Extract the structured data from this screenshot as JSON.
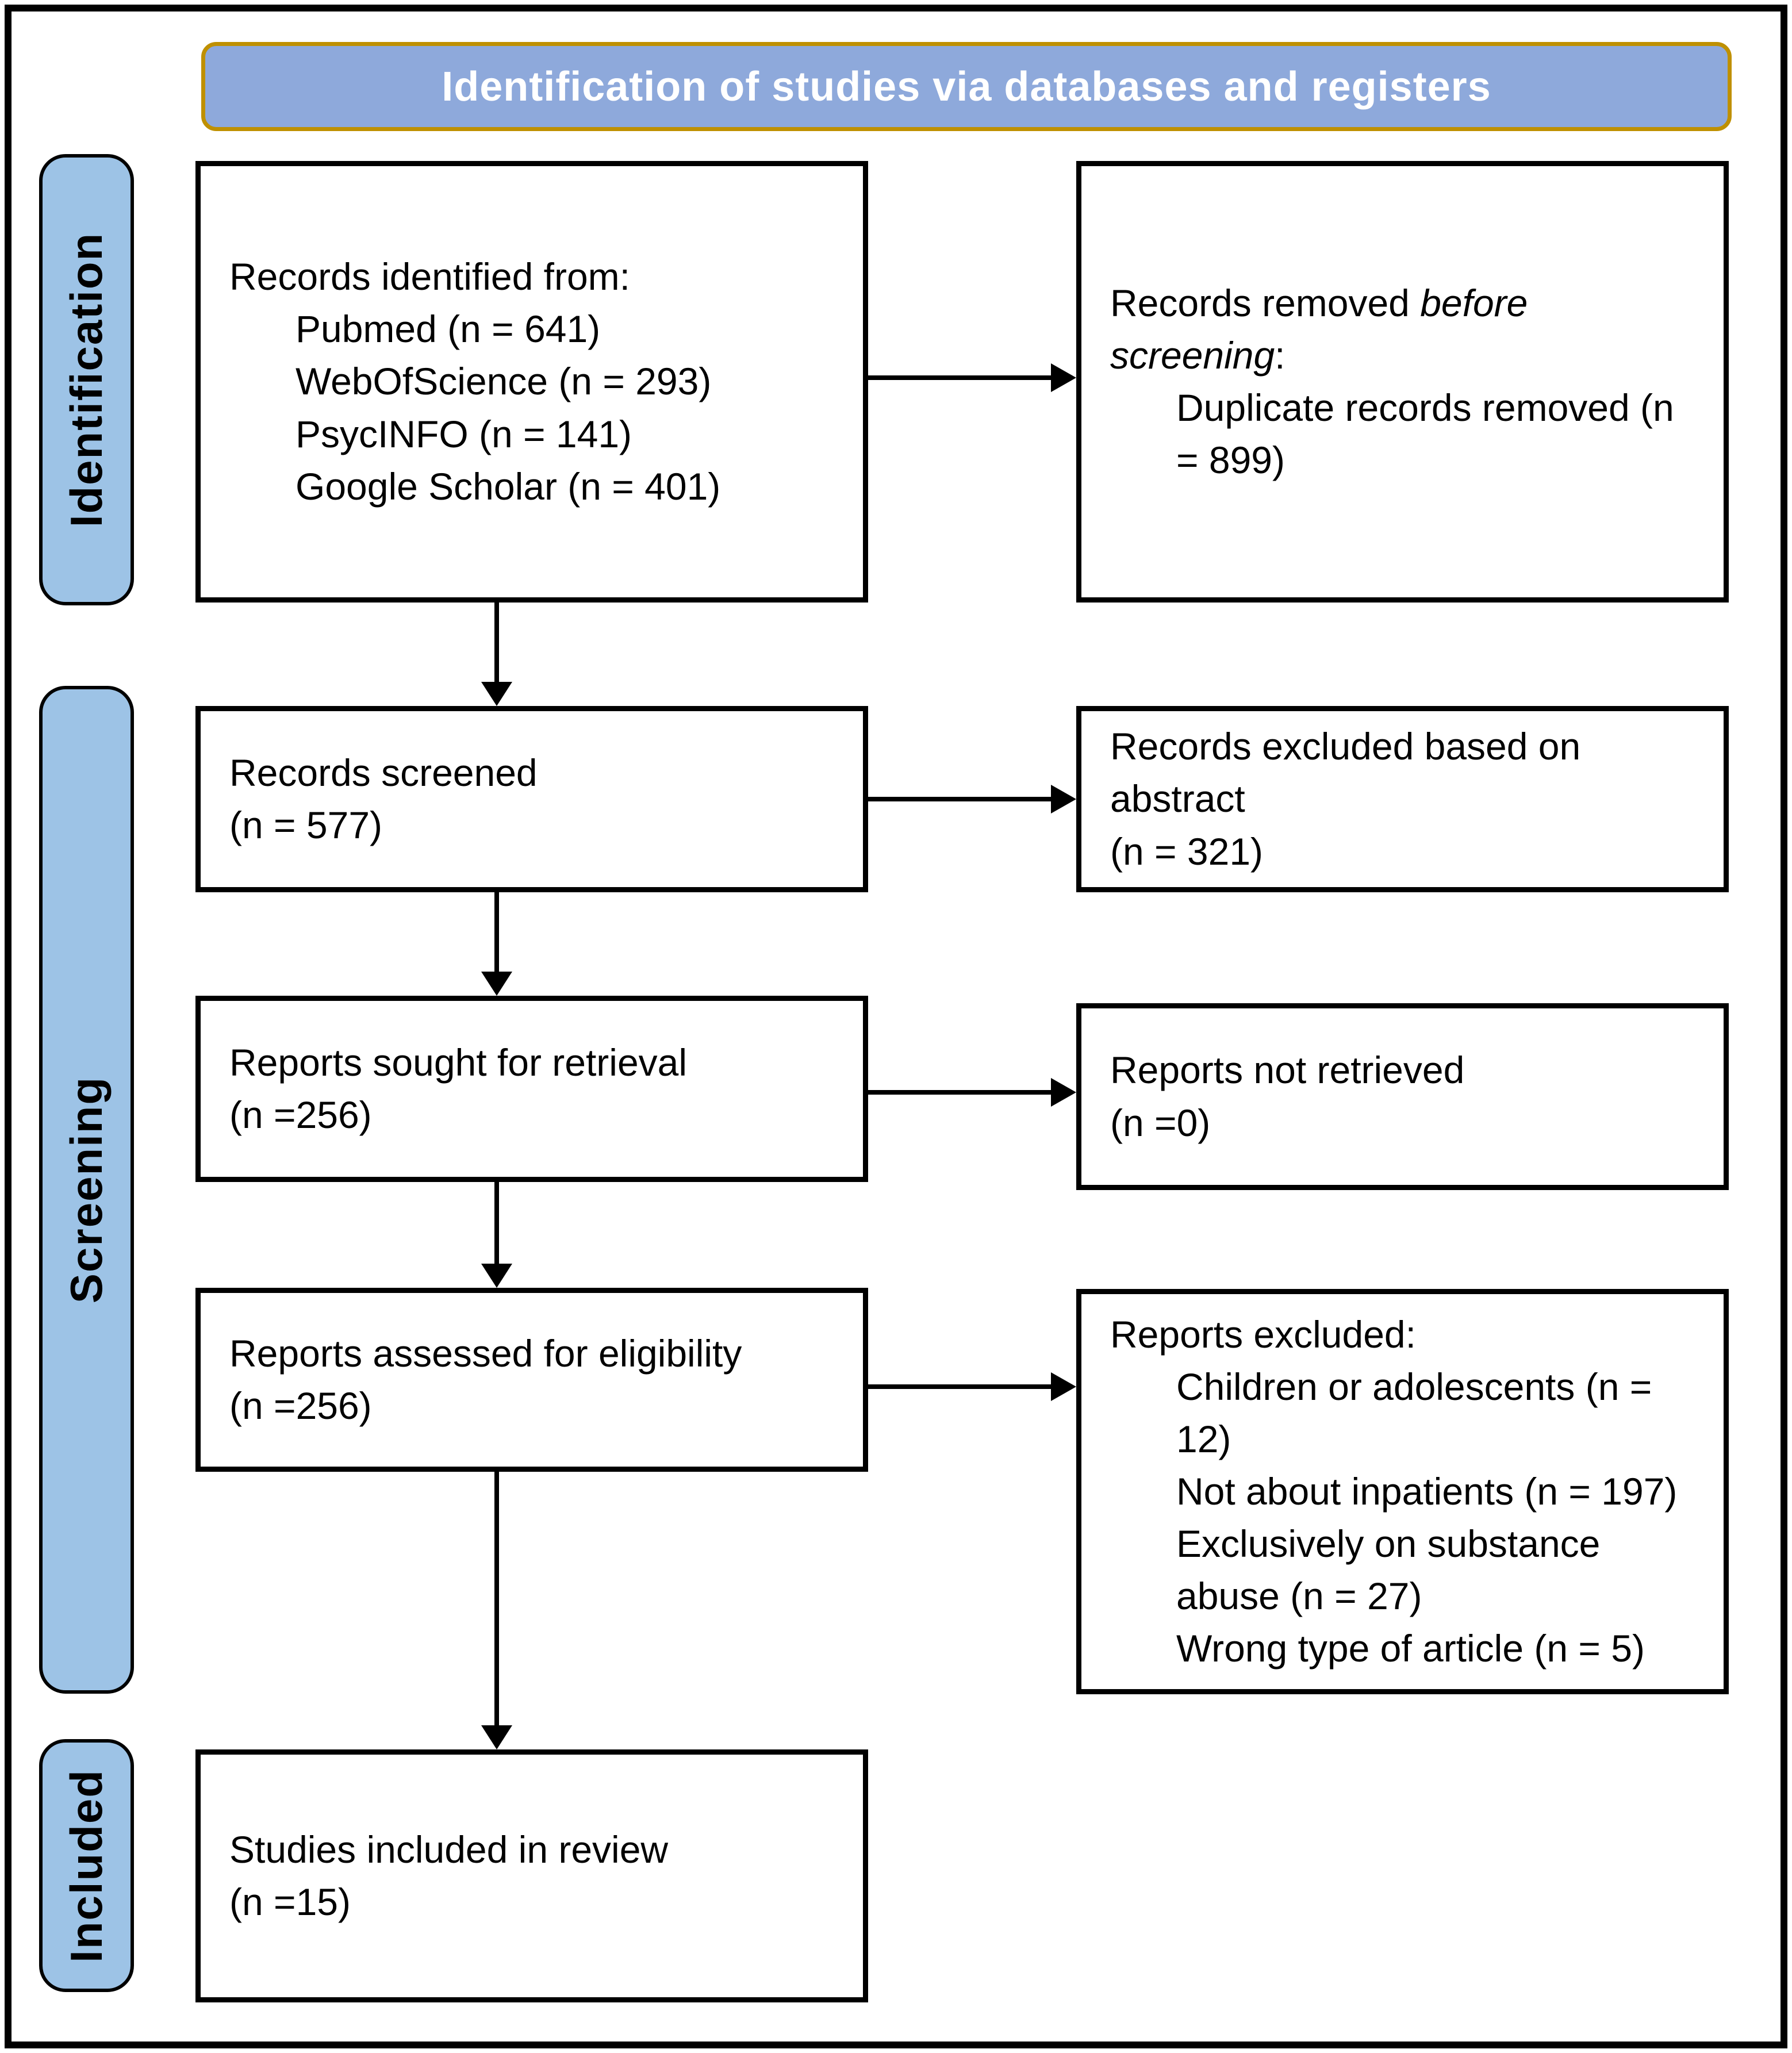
{
  "banner": {
    "title": "Identification of studies via databases and registers"
  },
  "stages": [
    {
      "label": "Identification"
    },
    {
      "label": "Screening"
    },
    {
      "label": "Included"
    }
  ],
  "boxes": {
    "identified": {
      "title": "Records identified from:",
      "items": [
        "Pubmed (n = 641)",
        "WebOfScience (n = 293)",
        "PsycINFO (n = 141)",
        "Google Scholar (n = 401)"
      ]
    },
    "removed": {
      "title_prefix": "Records removed ",
      "title_italic": "before screening",
      "title_suffix": ":",
      "items": [
        "Duplicate records removed (n = 899)"
      ]
    },
    "screened": {
      "lines": [
        "Records screened",
        "(n = 577)"
      ]
    },
    "excluded_abstract": {
      "lines": [
        "Records excluded based on abstract",
        "(n = 321)"
      ]
    },
    "sought": {
      "lines": [
        "Reports sought for retrieval",
        "(n =256)"
      ]
    },
    "not_retrieved": {
      "lines": [
        "Reports not retrieved",
        "(n =0)"
      ]
    },
    "assessed": {
      "lines": [
        "Reports assessed for eligibility",
        "(n =256)"
      ]
    },
    "excluded_reports": {
      "title": "Reports excluded:",
      "items": [
        "Children or adolescents (n = 12)",
        "Not about inpatients (n = 197)",
        "Exclusively on substance abuse (n = 27)",
        "Wrong type of article (n = 5)"
      ]
    },
    "included": {
      "lines": [
        "Studies included in review",
        "(n =15)"
      ]
    }
  },
  "colors": {
    "banner_bg": "#8EA9DB",
    "banner_border": "#BF9000",
    "banner_text": "#FFFFFF",
    "stage_bg": "#9DC3E6",
    "arrow": "#000000",
    "text": "#000000"
  }
}
